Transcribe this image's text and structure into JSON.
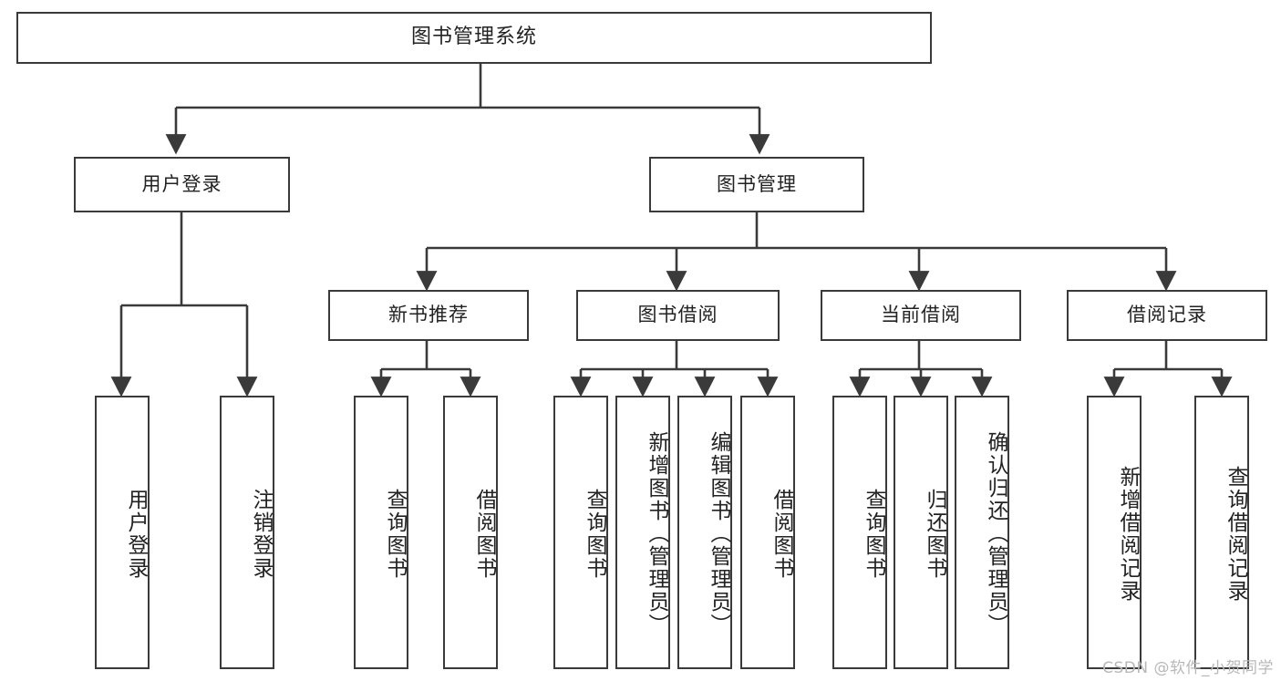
{
  "diagram": {
    "type": "tree-hierarchy-chart",
    "title": "图书管理系统",
    "stroke_color": "#3a3a3a",
    "background_color": "#ffffff",
    "text_color": "#222222",
    "watermark": "CSDN @软件_小贺同学",
    "watermark_color": "#b8b8b8",
    "levels": 4,
    "nodes": {
      "root": {
        "label": "图书管理系统"
      },
      "level2": [
        {
          "id": "user-login",
          "label": "用户登录"
        },
        {
          "id": "book-management",
          "label": "图书管理"
        }
      ],
      "level3": [
        {
          "id": "new-book-recommend",
          "label": "新书推荐",
          "parent": "book-management"
        },
        {
          "id": "book-borrow",
          "label": "图书借阅",
          "parent": "book-management"
        },
        {
          "id": "current-borrow",
          "label": "当前借阅",
          "parent": "book-management"
        },
        {
          "id": "borrow-record",
          "label": "借阅记录",
          "parent": "book-management"
        }
      ],
      "leaves": {
        "user_login": [
          {
            "id": "leaf-user-login",
            "label": "用户登录"
          },
          {
            "id": "leaf-user-logout",
            "label": "注销登录"
          }
        ],
        "new_book_recommend": [
          {
            "id": "leaf-query-book-1",
            "label": "查询图书"
          },
          {
            "id": "leaf-borrow-book-1",
            "label": "借阅图书"
          }
        ],
        "book_borrow": [
          {
            "id": "leaf-query-book-2",
            "label": "查询图书"
          },
          {
            "id": "leaf-add-book",
            "label": "新增图书（管理员）"
          },
          {
            "id": "leaf-edit-book",
            "label": "编辑图书（管理员）"
          },
          {
            "id": "leaf-borrow-book-2",
            "label": "借阅图书"
          }
        ],
        "current_borrow": [
          {
            "id": "leaf-query-book-3",
            "label": "查询图书"
          },
          {
            "id": "leaf-return-book",
            "label": "归还图书"
          },
          {
            "id": "leaf-confirm-return",
            "label": "确认归还（管理员）"
          }
        ],
        "borrow_record": [
          {
            "id": "leaf-add-record",
            "label": "新增借阅记录"
          },
          {
            "id": "leaf-query-record",
            "label": "查询借阅记录"
          }
        ]
      }
    }
  }
}
